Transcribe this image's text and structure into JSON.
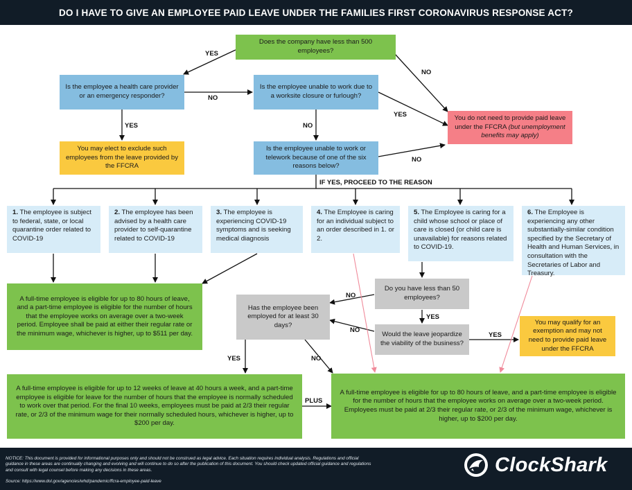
{
  "header": {
    "title": "DO I HAVE TO GIVE AN EMPLOYEE PAID LEAVE UNDER THE FAMILIES FIRST CORONAVIRUS RESPONSE ACT?"
  },
  "nodes": {
    "q_500": "Does the company have less than 500 employees?",
    "q_health": "Is the employee a health care provider or an emergency responder?",
    "q_closure": "Is the employee unable to work due to a worksite closure or furlough?",
    "not_required": "You do not need to provide paid leave under the FFCRA",
    "not_required_note": "(but unemployment benefits may apply)",
    "may_exclude": "You may elect to exclude such employees from the leave provided by the FFCRA",
    "q_six_reasons": "Is the employee unable to work or telework because of one of the six reasons below?"
  },
  "reasons": [
    {
      "num": "1.",
      "text": "The employee is subject to federal, state, or local quarantine order related to COVID-19"
    },
    {
      "num": "2.",
      "text": "The employee has been advised by a health care provider to self-quarantine related to COVID-19"
    },
    {
      "num": "3.",
      "text": "The employee is experiencing COVID-19 symptoms and is seeking medical diagnosis"
    },
    {
      "num": "4.",
      "text": "The Employee is caring for an individual subject to an order described in 1. or 2."
    },
    {
      "num": "5.",
      "text": "The Employee is caring for a child whose school or place of care is closed (or child care is unavailable) for reasons related to COVID-19."
    },
    {
      "num": "6.",
      "text": "The Employee is experiencing any other substantially-similar condition specified by the Secretary of Health and Human Services, in consultation with the Secretaries of Labor and Treasury."
    }
  ],
  "outcomes": {
    "full_80_regular": "A full-time employee is eligible for up to 80 hours of leave, and a part-time employee is eligible for the number of hours that the employee works on average over a two-week period. Employee shall be paid at either their regular rate or the minimum wage, whichever is higher, up to $511 per day.",
    "q_less50": "Do you have less than 50 employees?",
    "q_30days": "Has the employee been employed for at least 30 days?",
    "q_jeopardize": "Would the leave jeopardize the viability of the business?",
    "exemption": "You may qualify for an exemption and may not need to provide paid leave under the FFCRA",
    "twelve_weeks": "A full-time employee is eligible for up to 12 weeks of leave at 40 hours a week, and a part-time employee is eligible for leave for the number of hours that the employee is normally scheduled to work over that period. For the final 10 weeks, employees must be paid at 2/3 their regular rate, or 2/3 of the minimum wage for their normally scheduled hours, whichever is higher, up to $200 per day.",
    "full_80_twothirds": "A full-time employee is eligible for up to 80 hours of leave, and a part-time employee is eligible for the number of hours that the employee works on average over a two-week period. Employees must be paid at 2/3 their regular rate, or 2/3 of the minimum wage, whichever is higher, up to $200 per day."
  },
  "labels": {
    "yes": "YES",
    "no": "NO",
    "if_yes": "IF YES, PROCEED TO THE REASON",
    "plus": "PLUS"
  },
  "footer": {
    "notice": "NOTICE: This document is provided for informational purposes only and should not be construed as legal advice. Each situation requires individual analysis. Regulations and official guidance in these areas are continually changing and evolving and will continue to do so after the publication of this document. You should check updated official guidance and regulations and consult with legal counsel before making any decisions in these areas.",
    "source": "Source: https://www.dol.gov/agencies/whd/pandemic/ffcra-employee-paid-leave",
    "logo": "ClockShark"
  },
  "colors": {
    "green": "#7dc24d",
    "blue": "#85bde0",
    "light_blue": "#d7ecf8",
    "yellow": "#fac93f",
    "pink": "#f57f87",
    "gray": "#c9c9c9",
    "dark": "#111c27"
  }
}
